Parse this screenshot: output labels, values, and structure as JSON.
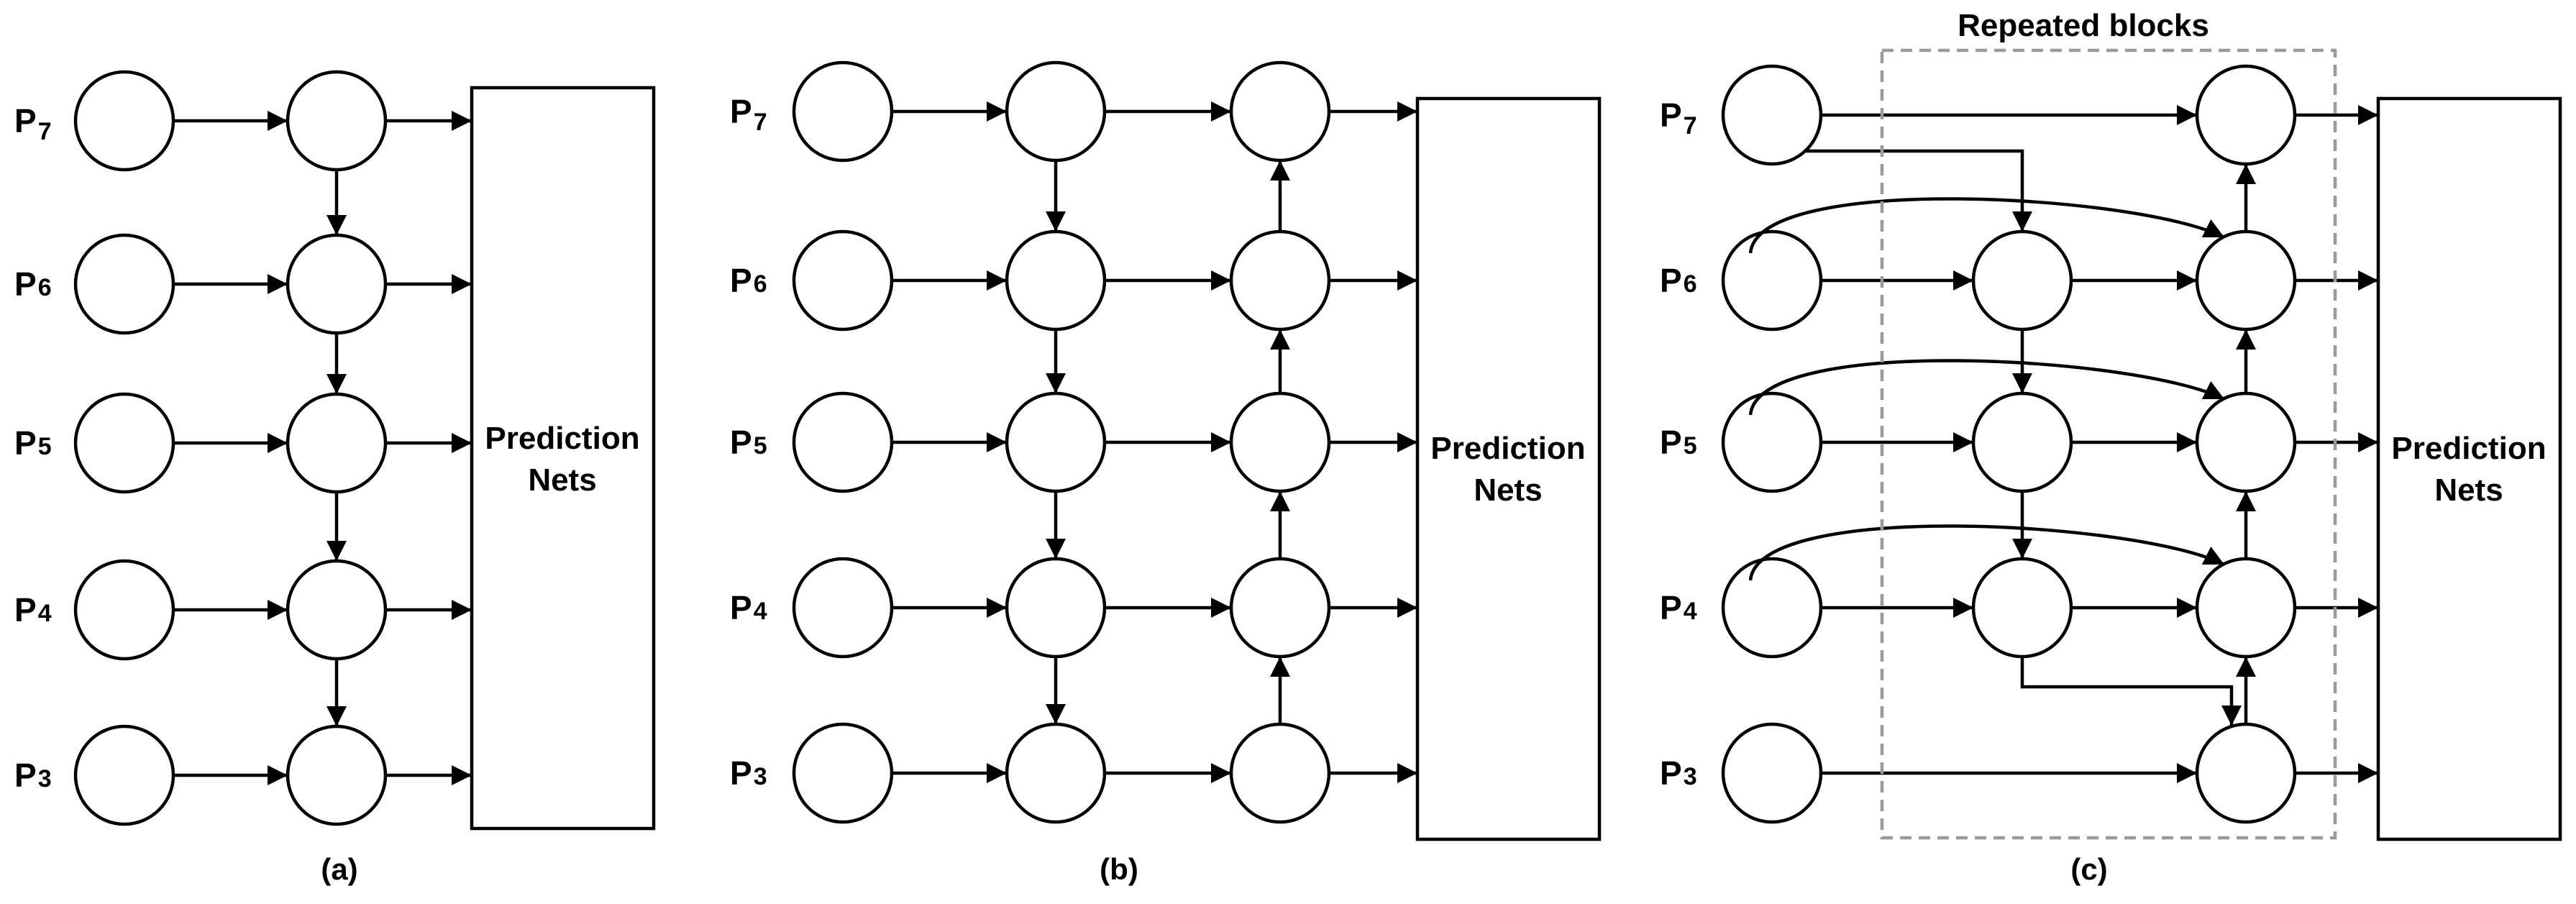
{
  "levels": [
    {
      "base": "P",
      "sub": "7"
    },
    {
      "base": "P",
      "sub": "6"
    },
    {
      "base": "P",
      "sub": "5"
    },
    {
      "base": "P",
      "sub": "4"
    },
    {
      "base": "P",
      "sub": "3"
    }
  ],
  "prediction_box": {
    "line1": "Prediction",
    "line2": "Nets"
  },
  "captions": {
    "a": "(a)",
    "b": "(b)",
    "c": "(c)"
  },
  "repeated_label": "Repeated blocks",
  "colors": {
    "stroke": "#000000",
    "dashed_border": "#9a9a9a",
    "background": "#ffffff"
  }
}
